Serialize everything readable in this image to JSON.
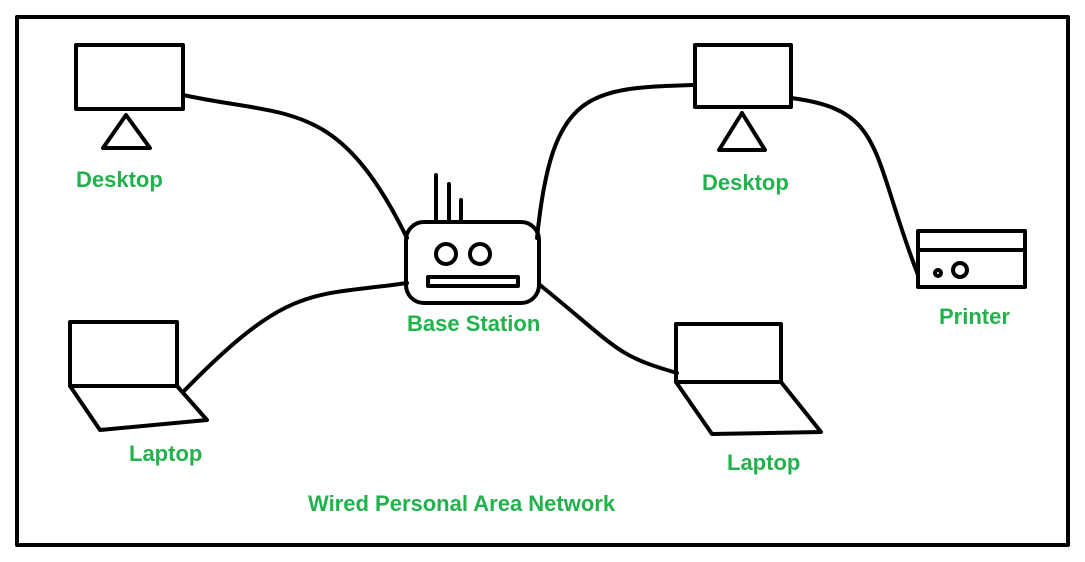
{
  "diagram": {
    "caption": "Wired Personal Area Network",
    "label_color": "#22b14c",
    "line_color": "#000000",
    "nodes": {
      "desktop_left": {
        "label": "Desktop",
        "icon": "desktop-icon"
      },
      "desktop_right": {
        "label": "Desktop",
        "icon": "desktop-icon"
      },
      "laptop_left": {
        "label": "Laptop",
        "icon": "laptop-icon"
      },
      "laptop_right": {
        "label": "Laptop",
        "icon": "laptop-icon"
      },
      "base_station": {
        "label": "Base Station",
        "icon": "router-icon"
      },
      "printer": {
        "label": "Printer",
        "icon": "printer-icon"
      }
    },
    "connections": [
      {
        "from": "desktop_left",
        "to": "base_station"
      },
      {
        "from": "laptop_left",
        "to": "base_station"
      },
      {
        "from": "desktop_right",
        "to": "base_station"
      },
      {
        "from": "laptop_right",
        "to": "base_station"
      },
      {
        "from": "desktop_right",
        "to": "printer"
      }
    ]
  }
}
